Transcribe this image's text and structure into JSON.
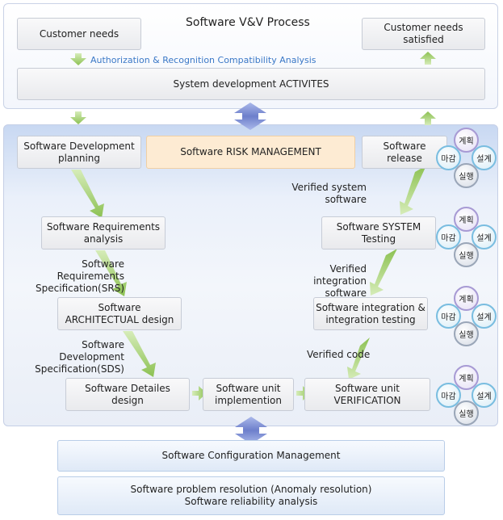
{
  "title": "Software V&V Process",
  "top": {
    "customer_needs": "Customer needs",
    "customer_satisfied": "Customer needs\nsatisfied",
    "auth_analysis": "Authorization & Recognition Compatibility Analysis",
    "system_dev": "System development ACTIVITES"
  },
  "mid": {
    "dev_planning": "Software Development\nplanning",
    "risk_mgmt": "Software RISK MANAGEMENT",
    "release": "Software\nrelease",
    "requirements": "Software Requirements\nanalysis",
    "srs": "Software Requirements\nSpecification(SRS)",
    "architectural": "Software\nARCHITECTUAL design",
    "sds": "Software Development\nSpecification(SDS)",
    "detailed": "Software Detailes\ndesign",
    "unit_impl": "Software unit\nimplemention",
    "unit_verif": "Software unit\nVERIFICATION",
    "verified_code": "Verified code",
    "integration": "Software integration &\nintegration testing",
    "verified_integration": "Verified integration\nsoftware",
    "system_testing": "Software SYSTEM\nTesting",
    "verified_system": "Verified system\nsoftware"
  },
  "cycle": {
    "top": "계획",
    "left": "마감",
    "right": "설계",
    "bottom": "실행"
  },
  "bottom": {
    "config_mgmt": "Software Configuration Management",
    "problem_resolution": "Software problem resolution (Anomaly resolution)\nSoftware reliability analysis"
  },
  "colors": {
    "arrow_green": "#9fcf6a",
    "arrow_blue": "#7b8fcf",
    "auth_text": "#3a78c7"
  }
}
